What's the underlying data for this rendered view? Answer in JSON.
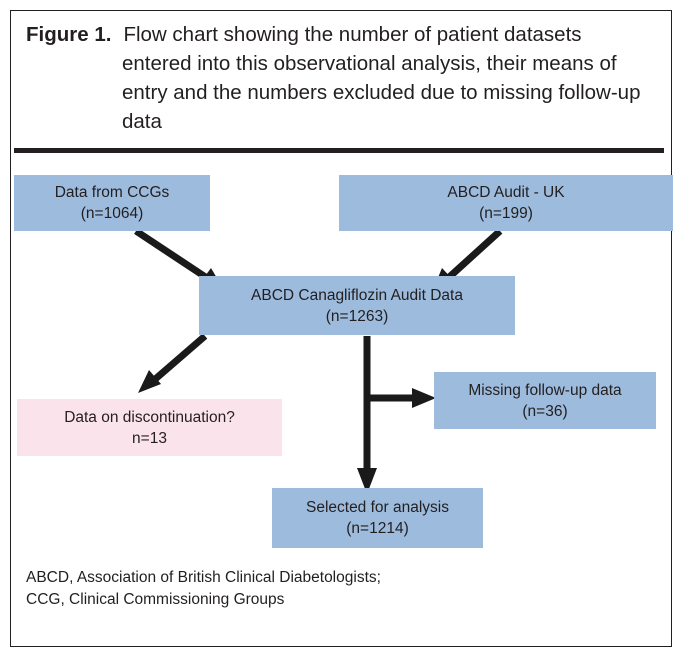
{
  "figure": {
    "label": "Figure 1.",
    "caption": "Flow chart showing the number of patient datasets entered into this observational analysis, their means of entry and the numbers excluded due to missing follow-up data"
  },
  "colors": {
    "box_blue": "#9CBBDD",
    "box_pink": "#FBE3EC",
    "text": "#231F20",
    "arrow": "#1A1A1A",
    "frame": "#231F20"
  },
  "chart_data": {
    "type": "flowchart",
    "title": "Flow chart showing the number of patient datasets entered into this observational analysis, their means of entry and the numbers excluded due to missing follow-up data",
    "nodes": [
      {
        "id": "ccg",
        "line1": "Data from CCGs",
        "line2": "(n=1064)",
        "n": 1064,
        "fill": "blue"
      },
      {
        "id": "abcd-audit",
        "line1": "ABCD Audit - UK",
        "line2": "(n=199)",
        "n": 199,
        "fill": "blue"
      },
      {
        "id": "audit-data",
        "line1": "ABCD Canagliflozin Audit Data",
        "line2": "(n=1263)",
        "n": 1263,
        "fill": "blue"
      },
      {
        "id": "missing",
        "line1": "Missing follow-up data",
        "line2": "(n=36)",
        "n": 36,
        "fill": "blue"
      },
      {
        "id": "discont",
        "line1": "Data on discontinuation?",
        "line2": "n=13",
        "n": 13,
        "fill": "pink"
      },
      {
        "id": "selected",
        "line1": "Selected for analysis",
        "line2": "(n=1214)",
        "n": 1214,
        "fill": "blue"
      }
    ],
    "edges": [
      {
        "from": "ccg",
        "to": "audit-data",
        "style": "diagonal-arrow"
      },
      {
        "from": "abcd-audit",
        "to": "audit-data",
        "style": "diagonal-arrow"
      },
      {
        "from": "audit-data",
        "to": "discont",
        "style": "diagonal-arrow"
      },
      {
        "from": "audit-data",
        "to": "missing",
        "style": "elbow-arrow"
      },
      {
        "from": "audit-data",
        "to": "selected",
        "style": "straight-arrow"
      }
    ]
  },
  "footnote": {
    "line1": "ABCD, Association of British Clinical Diabetologists;",
    "line2": "CCG, Clinical Commissioning Groups"
  }
}
